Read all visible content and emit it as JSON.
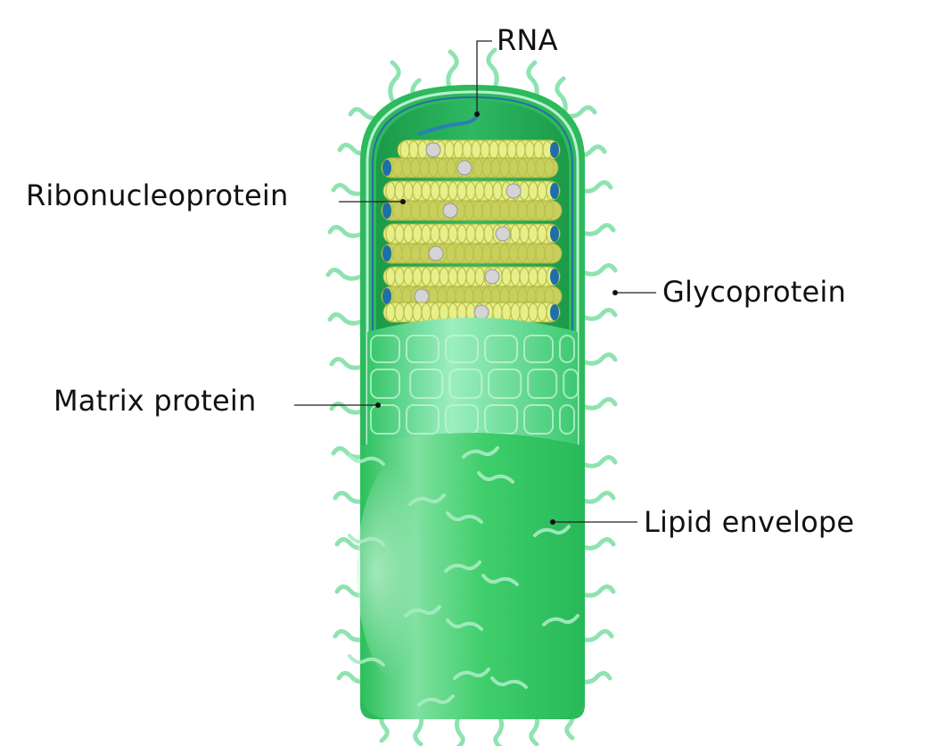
{
  "labels": {
    "rna": "RNA",
    "ribonucleoprotein": "Ribonucleoprotein",
    "glycoprotein": "Glycoprotein",
    "matrix_protein": "Matrix protein",
    "lipid_envelope": "Lipid envelope"
  },
  "colors": {
    "envelope": "#3fce6b",
    "envelope_dark": "#1aa84a",
    "interior": "#22a24e",
    "matrix": "#6ee39a",
    "spike": "#8fe3b0",
    "coil": "#e8ee8a",
    "coil_shadow": "#b9c24a",
    "coil_bead": "#c9c9c9",
    "coil_blue": "#1d6fa8",
    "rna": "#2a7fb5",
    "leader": "#222222"
  }
}
